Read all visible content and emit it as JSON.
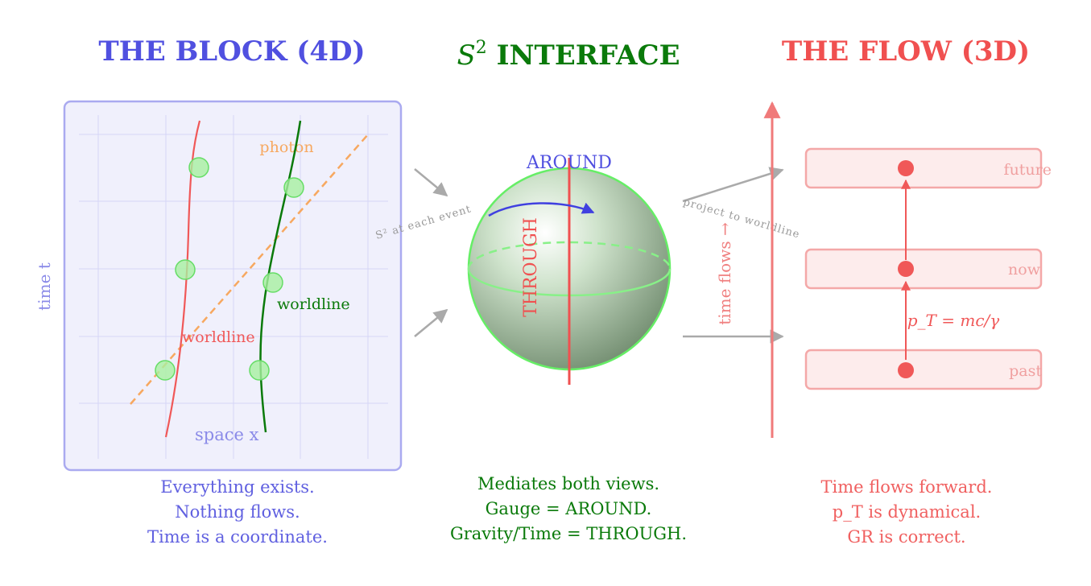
{
  "block": {
    "title": "THE BLOCK (4D)",
    "axis_time": "time t",
    "axis_space": "space x",
    "photon_label": "photon",
    "worldline_red_label": "worldline",
    "worldline_green_label": "worldline",
    "caption": [
      "Everything exists.",
      "Nothing flows.",
      "Time is a coordinate."
    ]
  },
  "interface": {
    "title_math": "S",
    "title_sup": "2",
    "title_text": "INTERFACE",
    "around_label": "AROUND",
    "through_label": "THROUGH",
    "arrow_left_label": "S² at each event",
    "arrow_right_label": "project to worldline",
    "caption": [
      "Mediates both views.",
      "Gauge = AROUND.",
      "Gravity/Time = THROUGH."
    ]
  },
  "flow": {
    "title": "THE FLOW (3D)",
    "axis_label": "time flows →",
    "states": [
      "future",
      "now",
      "past"
    ],
    "momentum_label": "p_T = mc/γ",
    "caption": [
      "Time flows forward.",
      "p_T is dynamical.",
      "GR is correct."
    ]
  },
  "colors": {
    "block_blue": "#5050e0",
    "interface_green": "#0a7a0a",
    "flow_red": "#f05050",
    "photon_orange": "#f7a860",
    "arrow_gray": "#aaaaaa"
  }
}
